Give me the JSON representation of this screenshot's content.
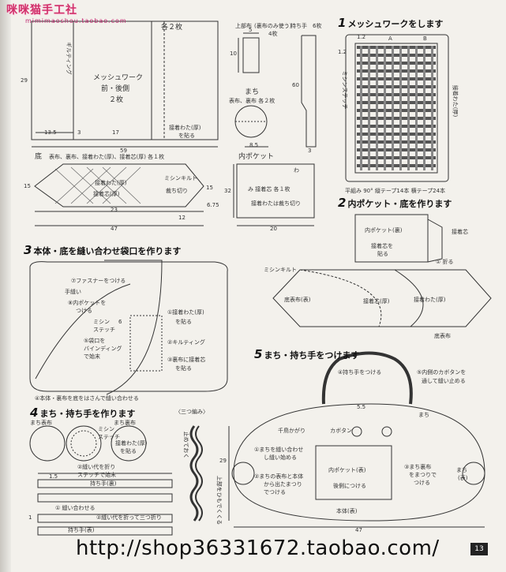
{
  "header": {
    "logo_text": "咪咪猫手工社",
    "logo_url": "mimimaoshou.taobao.com"
  },
  "top_pattern": {
    "title_partial": "本体・表布・裏布",
    "count_label": "各２枚",
    "gilt_label": "ギルティング",
    "mesh_label": "メッシュワーク",
    "mesh_front": "前・後側",
    "mesh_count": "２枚",
    "height": "29",
    "dim_13_5": "13.5",
    "dim_3": "3",
    "dim_17": "17",
    "width_59": "59",
    "pad_note_1": "接着わた(厚)",
    "pad_note_2": "を貼る"
  },
  "top_loop_piece": {
    "title": "上部布",
    "title_sub": "(裏布のみ使う)",
    "count": "4枚",
    "handle_label": "持ち手",
    "handle_count": "6枚",
    "dim_10": "10",
    "dim_5": "5",
    "dim_60": "60",
    "dim_3": "3",
    "gusset_label": "まち",
    "gusset_sub": "表布、裏布 各２枚",
    "dim_8_5": "8.5"
  },
  "bottom_piece": {
    "title": "底",
    "sub": "表布、裏布、接着わた(厚)、接着芯(厚) 各１枚",
    "inner_1": "接着わた(厚)",
    "inner_2": "接着芯(厚)",
    "mishin": "ミシンキルト",
    "cut": "裁ち切り",
    "dim_15": "15",
    "dim_23": "23",
    "dim_12": "12",
    "dim_47": "47",
    "dim_15r": "15",
    "dim_6_75": "6.75"
  },
  "inner_pocket_piece": {
    "title": "内ポケット",
    "tab": "わ",
    "count_line": "み 接着芯 各１枚",
    "note": "接着わたは裁ち切り",
    "dim_32": "32",
    "dim_20": "20"
  },
  "step1": {
    "number": "1",
    "title": "メッシュワークをします",
    "top_label_a": "A",
    "top_label_b": "B",
    "dim_1_2": "1.2",
    "dim_1_2b": "1.2",
    "side_label": "接着わた(厚)",
    "side_label_2": "ミシンステッチ",
    "caption": "平組み 90° 縦テープ14本 横テープ24本"
  },
  "step2": {
    "number": "2",
    "title": "内ポケット・底を作ります",
    "pocket_label": "内ポケット(裏)",
    "pocket_note_1": "接着芯を",
    "pocket_note_2": "貼る",
    "pad_label": "接着芯",
    "fold_note": "① 折る",
    "mishin": "ミシンキルト",
    "bottom_front": "底表布(表)",
    "pad_a": "接着芯(厚)",
    "pad_b": "接着わた(厚)",
    "bottom_cloth": "底表布"
  },
  "step3": {
    "number": "3",
    "title": "本体・底を縫い合わせ袋口を作ります",
    "zipper": "⑦ファスナーをつける",
    "hand_sew": "手縫い",
    "pocket_attach_1": "⑧内ポケットを",
    "pocket_attach_2": "つける",
    "stitch_1": "ミシン",
    "stitch_2": "ステッチ",
    "binding_1": "⑤袋口を",
    "binding_2": "バインディング",
    "binding_3": "で始末",
    "pad_1": "①接着わた(厚)",
    "pad_2": "を貼る",
    "quilt": "②キルティング",
    "lining_1": "③裏布に接着芯",
    "lining_2": "を貼る",
    "bottom_note": "④本体・裏布を底をはさんで縫い合わせる",
    "dim_6": "6"
  },
  "step4": {
    "number": "4",
    "title": "まち・持ち手を作ります",
    "gusset_front": "まち表布",
    "gusset_back": "まち裏布",
    "mishin_1": "ミシン",
    "mishin_2": "ステッチ",
    "pad_1": "接着わた(厚)",
    "pad_2": "を貼る",
    "fold_1": "②縫い代を折り",
    "fold_2": "ステッチで始末",
    "dim_1_5": "1.5",
    "handle_back": "持ち手(裏)",
    "handle_sew": "① 縫い合わせる",
    "handle_front": "持ち手(表)",
    "handle_note": "②縫い代を折って三つ折り",
    "dim_1": "1",
    "braid_title": "〈三つ編み〉",
    "braid_note_1": "止めておく",
    "braid_note_2": "上部をひもでくくる"
  },
  "step5": {
    "number": "5",
    "title": "まち・持ち手をつけます",
    "handle_attach": "④持ち手をつける",
    "lining_1": "⑤内側のカボタンを",
    "lining_2": "通して縫い止める",
    "dim_5_5": "5.5",
    "gusset": "まち",
    "dome": "千鳥かがり",
    "button": "カボタン",
    "sew_1": "①まちを縫い合わせ",
    "sew_2": "し縫い始める",
    "sew_3": "②まちの表布と本体",
    "sew_4": "から出たまつり",
    "sew_5": "でつける",
    "pocket_front": "内ポケット(表)",
    "pocket_note": "後側につける",
    "side_1": "③まち裏布",
    "side_2": "をまつりで",
    "side_3": "つける",
    "gusset_right": "まち",
    "gusset_right_2": "(表)",
    "body_front": "本体(表)",
    "dim_29": "29",
    "dim_47": "47"
  },
  "footer": {
    "shop_url": "http://shop36331672.taobao.com/",
    "page_number": "13"
  }
}
